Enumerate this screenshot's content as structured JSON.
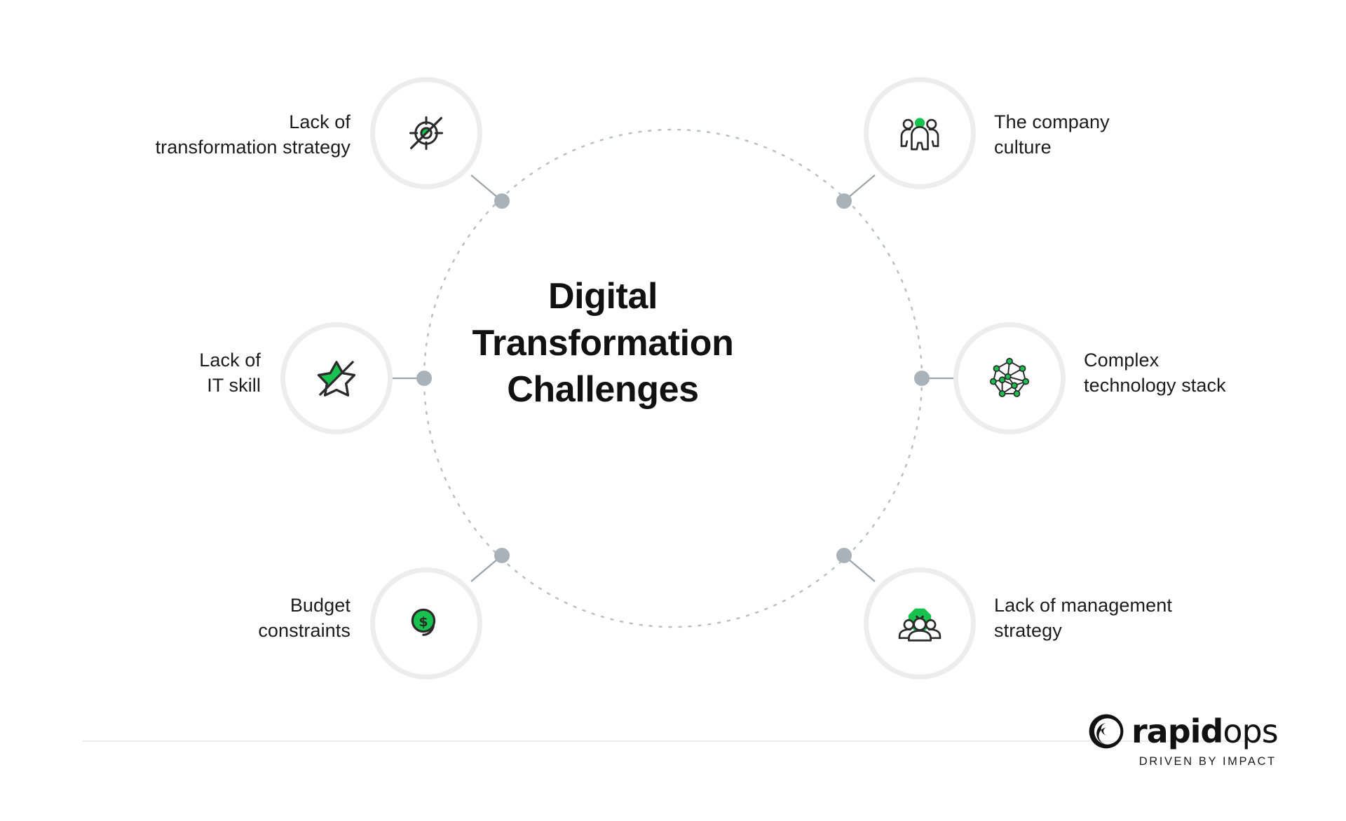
{
  "center": {
    "title_lines": [
      "Digital",
      "Transformation",
      "Challenges"
    ]
  },
  "colors": {
    "accent_green": "#17c24e",
    "icon_stroke": "#2b2b2b",
    "ring_gray": "#ededed",
    "connector_gray": "#9aa3ab",
    "dotted_gray": "#b9bfc4",
    "text_black": "#1b1b1b",
    "rule_gray": "#ececec"
  },
  "nodes": [
    {
      "id": "lack-of-transformation-strategy",
      "icon": "target-off-icon",
      "label_lines": [
        "Lack of",
        "transformation strategy"
      ],
      "label_align": "right"
    },
    {
      "id": "the-company-culture",
      "icon": "people-group-icon",
      "label_lines": [
        "The company",
        "culture"
      ],
      "label_align": "left"
    },
    {
      "id": "complex-technology-stack",
      "icon": "network-nodes-icon",
      "label_lines": [
        "Complex",
        "technology stack"
      ],
      "label_align": "left"
    },
    {
      "id": "lack-of-management-strategy",
      "icon": "team-blocked-icon",
      "label_lines": [
        "Lack of management",
        "strategy"
      ],
      "label_align": "left"
    },
    {
      "id": "budget-constraints",
      "icon": "dollar-coin-icon",
      "label_lines": [
        "Budget",
        "constraints"
      ],
      "label_align": "right"
    },
    {
      "id": "lack-of-it-skill",
      "icon": "star-off-icon",
      "label_lines": [
        "Lack of",
        "IT skill"
      ],
      "label_align": "right"
    }
  ],
  "logo": {
    "name_bold": "rapid",
    "name_light": "ops",
    "tagline": "DRIVEN BY IMPACT",
    "mark": "spiral-swirl-icon"
  }
}
